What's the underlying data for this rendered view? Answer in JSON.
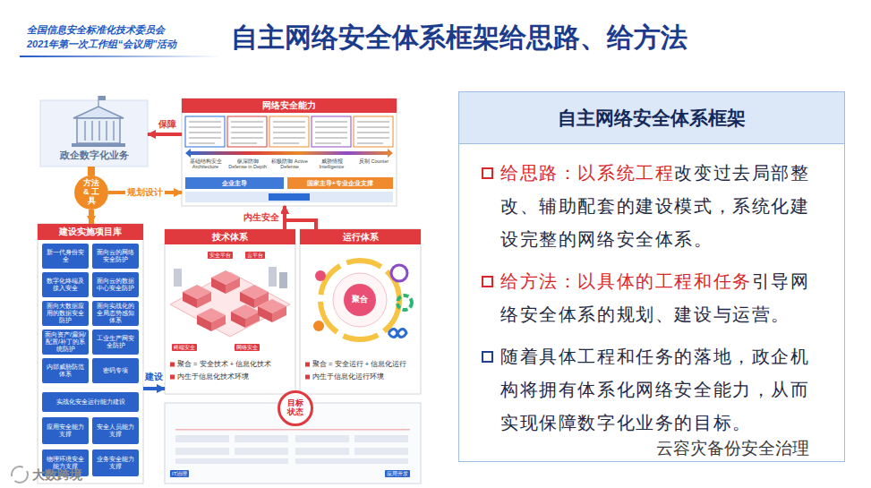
{
  "diagram": {
    "title": "自主网络安全体系框架给思路、给方法",
    "nodes": [
      {
        "text": [
          "政企数字化业务"
        ]
      },
      {
        "text": [
          "网络安全能力"
        ]
      },
      {
        "text": [
          "方法 & 工具"
        ]
      },
      {
        "text": [
          "建设实施项目库"
        ]
      },
      {
        "text": [
          "新一代身份安全"
        ],
        "in": 3
      },
      {
        "text": [
          "面向云的网络安全防护"
        ],
        "in": 3
      },
      {
        "text": [
          "数字化终端及接入安全"
        ],
        "in": 3
      },
      {
        "text": [
          "面向云的数据中心安全防护"
        ],
        "in": 3
      },
      {
        "text": [
          "面向大数据应用的数据安全防护"
        ],
        "in": 3
      },
      {
        "text": [
          "面向实战化的全局态势感知体系"
        ],
        "in": 3
      },
      {
        "text": [
          "面向资产/漏洞/配置/补丁的系统防护"
        ],
        "in": 3
      },
      {
        "text": [
          "工业生产网安全防护"
        ],
        "in": 3
      },
      {
        "text": [
          "内部威胁防范体系"
        ],
        "in": 3
      },
      {
        "text": [
          "密码专项"
        ],
        "in": 3
      },
      {
        "text": [
          "实战化安全运行能力建设"
        ],
        "in": 3
      },
      {
        "text": [
          "应用安全能力支撑"
        ],
        "in": 3
      },
      {
        "text": [
          "安全人员能力支撑"
        ],
        "in": 3
      },
      {
        "text": [
          "物理环境安全能力支撑"
        ],
        "in": 3
      },
      {
        "text": [
          "业务安全能力支撑"
        ],
        "in": 3
      },
      {
        "text": [
          "技术体系",
          "聚合 = 安全技术 + 信息化技术",
          "内生于信息化技术环境"
        ]
      },
      {
        "text": [
          "运行体系",
          "聚合 = 安全运行 + 信息化运行",
          "内生于信息化运行环境"
        ]
      },
      {
        "text": [
          "聚合"
        ],
        "in": 20
      },
      {
        "text": [
          "目标状态"
        ]
      },
      {
        "text": [
          "自主网络安全体系框架",
          "给思路：以系统工程",
          "改变过去局部整改、辅助配套的建设模式，系统化建设完整的网络安全体系。",
          "给方法：以具体的工程和任务",
          "引导网络安全体系的规划、建设与运营。",
          "随着具体工程和任务的落地，政企机构将拥有体系化网络安全能力，从而实现保障数字化业务的目标。"
        ]
      }
    ],
    "edges": [
      {
        "from": 1,
        "to": 0,
        "label": "保障",
        "arrow": "to"
      },
      {
        "from": 0,
        "to": 2,
        "arrow": "none"
      },
      {
        "from": 2,
        "to": 3,
        "arrow": "to"
      },
      {
        "from": 2,
        "to": 1,
        "label": "规划设计",
        "arrow": "to"
      },
      {
        "from": 3,
        "to": 19,
        "label": "建设",
        "arrow": "to"
      },
      {
        "from": 19,
        "to": 1,
        "label": "内生安全",
        "arrow": "to"
      },
      {
        "from": 20,
        "to": 1,
        "arrow": "to"
      }
    ],
    "labels": [
      "全国信息安全标准化技术委员会",
      "2021年第一次工作组“会议周”活动",
      "基础结构安全 Architecture",
      "纵深防御 Defense in Depth",
      "积极防御 Active Defense",
      "威胁情报 Intelligence",
      "反制 Counter",
      "企业主导",
      "国家主导+专业企业支撑",
      "安全平台",
      "云平台",
      "终端安全",
      "网络安全",
      "IT治理",
      "应用开发",
      "云容灾备份安全治理",
      "大数跨境"
    ]
  }
}
